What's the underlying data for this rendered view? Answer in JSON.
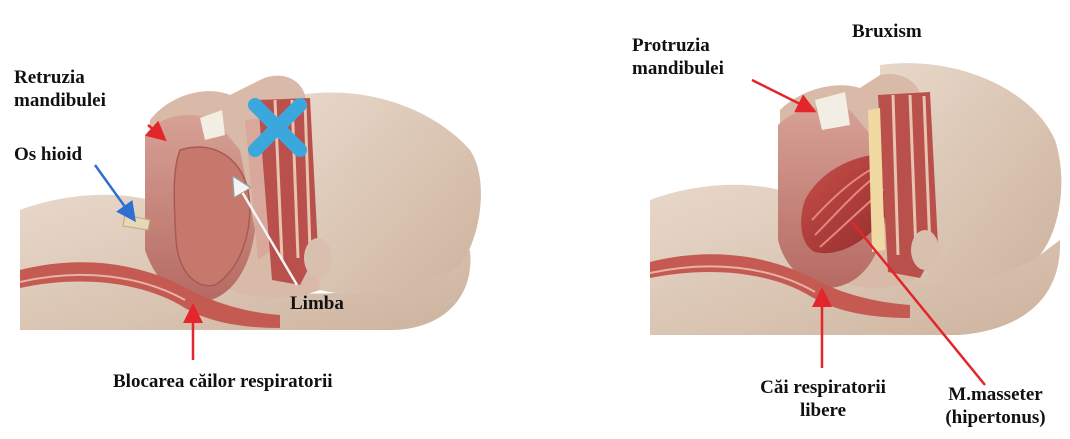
{
  "left_panel": {
    "labels": {
      "retruzia_line1": "Retruzia",
      "retruzia_line2": "mandibulei",
      "os_hioid": "Os hioid",
      "limba": "Limba",
      "blocarea": "Blocarea căilor respiratorii"
    }
  },
  "right_panel": {
    "labels": {
      "title": "Bruxism",
      "protruzia_line1": "Protruzia",
      "protruzia_line2": "mandibulei",
      "cai_line1": "Căi respiratorii",
      "cai_line2": "libere",
      "masseter_line1": "M.masseter",
      "masseter_line2": "(hipertonus)"
    }
  },
  "colors": {
    "skin": "#ddc9b8",
    "skin_shade": "#c8ae98",
    "tissue": "#c98a80",
    "tissue_dark": "#a5524c",
    "muscle": "#b33a38",
    "airway": "#c55a52",
    "bone": "#e7d8b8",
    "red_arrow": "#e3262b",
    "blue_arrow": "#2f6fd0",
    "cross": "#3aa8dc"
  },
  "icons": {
    "blocked_marker": "cross-icon"
  }
}
